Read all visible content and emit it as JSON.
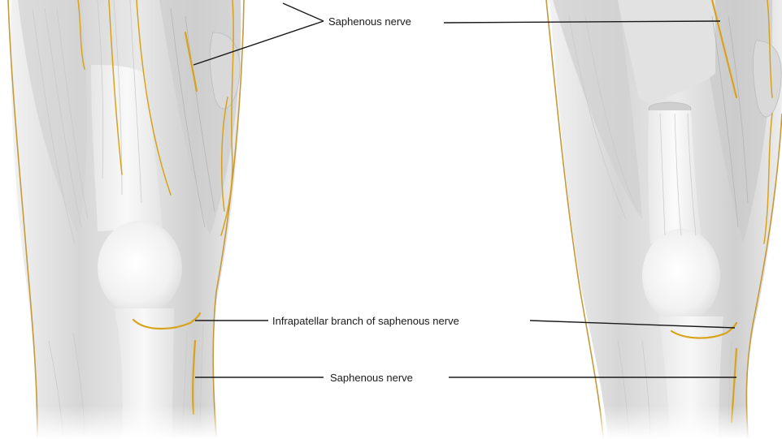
{
  "labels": {
    "top": "Saphenous nerve",
    "middle": "Infrapatellar branch of saphenous nerve",
    "bottom": "Saphenous nerve"
  },
  "colors": {
    "nerve": "#d9a21b",
    "muscle": "#e6e6e6",
    "tendon": "#f4f4f4",
    "leader": "#1a1a1a"
  }
}
